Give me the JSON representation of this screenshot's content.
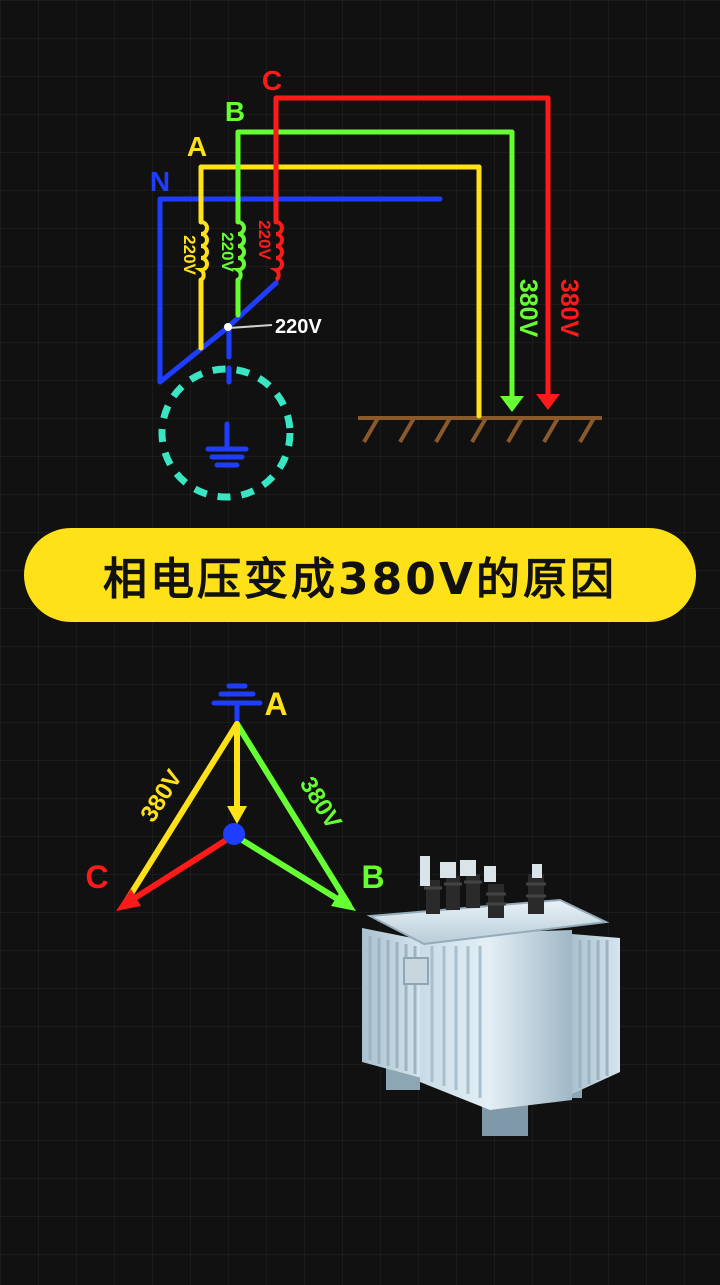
{
  "title": "相电压变成380V的原因",
  "colors": {
    "phase_a": "#ffe119",
    "phase_b": "#66ff33",
    "phase_c": "#ff1a1a",
    "neutral": "#1f3dff",
    "ground_ring": "#38e6c4",
    "earth": "#8b5a2b",
    "banner_bg": "#ffe119",
    "background": "#111111"
  },
  "wiring_diagram": {
    "phase_labels": {
      "c": "C",
      "b": "B",
      "a": "A",
      "n": "N"
    },
    "coil_labels": {
      "a": "220V",
      "b": "220V",
      "c": "220V"
    },
    "neutral_point_label": "220V",
    "line_voltage_labels": {
      "b": "380V",
      "c": "380V"
    }
  },
  "vector_diagram": {
    "vertex_labels": {
      "a": "A",
      "b": "B",
      "c": "C"
    },
    "edge_labels": {
      "ac": "380V",
      "ab": "380V"
    }
  },
  "transformer": {
    "icon": "transformer-icon"
  }
}
